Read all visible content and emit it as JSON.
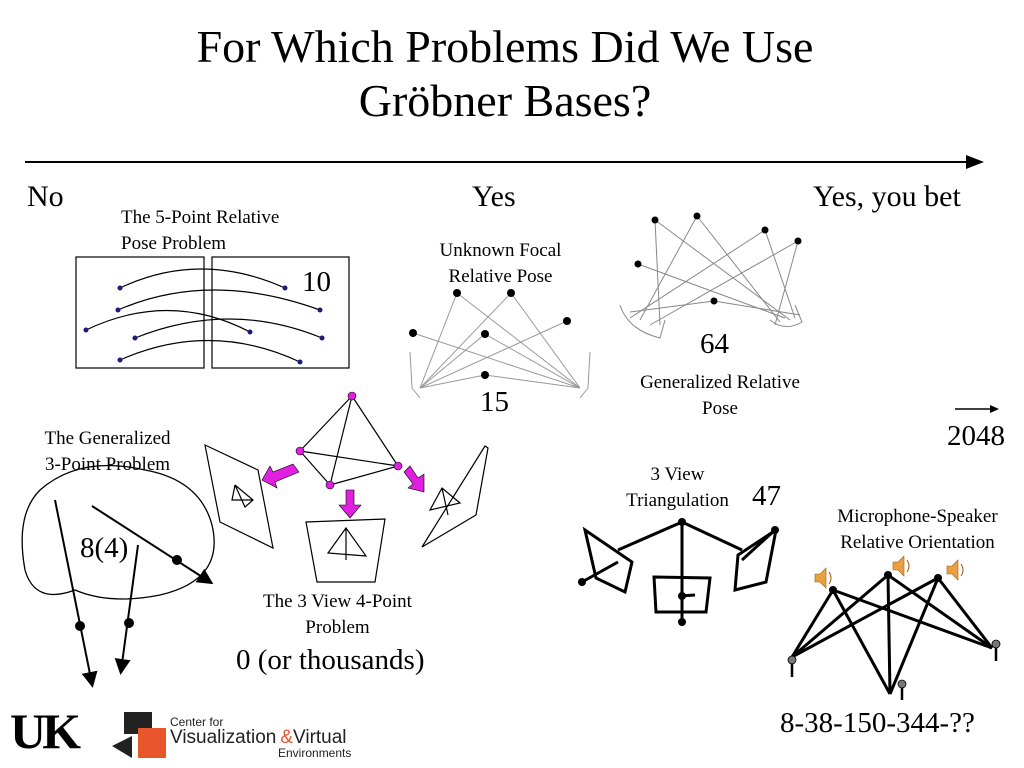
{
  "slide": {
    "title_line1": "For Which Problems Did We Use",
    "title_line2": "Gröbner Bases?"
  },
  "axis": {
    "left": "No",
    "middle": "Yes",
    "right": "Yes, you bet"
  },
  "problems": {
    "five_point": {
      "line1": "The 5-Point Relative",
      "line2": "Pose Problem",
      "count": "10"
    },
    "unknown_focal": {
      "line1": "Unknown Focal",
      "line2": "Relative Pose",
      "count": "15"
    },
    "generalized_relative": {
      "line1": "Generalized Relative",
      "line2": "Pose",
      "count": "64"
    },
    "generalized_3pt": {
      "line1": "The Generalized",
      "line2": "3-Point Problem",
      "count": "8(4)"
    },
    "three_view_4pt": {
      "line1": "The 3 View 4-Point",
      "line2": "Problem",
      "count": "0 (or thousands)"
    },
    "three_view_tri": {
      "line1": "3 View",
      "line2": "Triangulation",
      "count": "47"
    },
    "mic_speaker": {
      "line1": "Microphone-Speaker",
      "line2": "Relative Orientation",
      "count": "8-38-150-344-??"
    },
    "extra_count": "2048"
  },
  "logos": {
    "uk": "UK",
    "cvv_center": "Center for",
    "cvv_vis": "Visualization",
    "cvv_amp": "&",
    "cvv_virtual": "Virtual",
    "cvv_env": "Environments"
  },
  "colors": {
    "accent_magenta": "#e020e0",
    "logo_orange": "#e8552a"
  }
}
